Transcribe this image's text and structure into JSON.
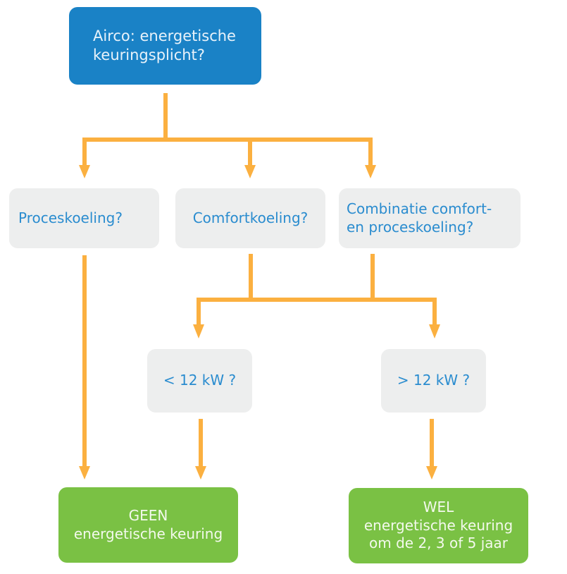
{
  "colors": {
    "start_box": "#1a82c6",
    "question_box": "#edeeee",
    "question_text": "#2a8ccf",
    "outcome_box": "#7ac144",
    "connector": "#fbb040"
  },
  "start": {
    "label": "Airco: energetische\nkeuringsplicht?"
  },
  "questions": [
    {
      "id": "proceskoeling",
      "label": "Proceskoeling?"
    },
    {
      "id": "comfortkoeling",
      "label": "Comfortkoeling?"
    },
    {
      "id": "combinatie",
      "label": "Combinatie comfort-\nen proceskoeling?"
    }
  ],
  "power": [
    {
      "id": "lt12",
      "label": "< 12 kW ?"
    },
    {
      "id": "gt12",
      "label": "> 12 kW ?"
    }
  ],
  "outcomes": [
    {
      "id": "geen",
      "label": "GEEN\nenergetische keuring"
    },
    {
      "id": "wel",
      "label": "WEL\nenergetische keuring\nom de 2, 3 of 5 jaar"
    }
  ],
  "edges": [
    {
      "from": "start",
      "to": "proceskoeling"
    },
    {
      "from": "start",
      "to": "comfortkoeling"
    },
    {
      "from": "start",
      "to": "combinatie"
    },
    {
      "from": "proceskoeling",
      "to": "geen"
    },
    {
      "from": "comfortkoeling",
      "to": "lt12"
    },
    {
      "from": "comfortkoeling",
      "to": "gt12"
    },
    {
      "from": "combinatie",
      "to": "lt12"
    },
    {
      "from": "combinatie",
      "to": "gt12"
    },
    {
      "from": "lt12",
      "to": "geen"
    },
    {
      "from": "gt12",
      "to": "wel"
    }
  ]
}
